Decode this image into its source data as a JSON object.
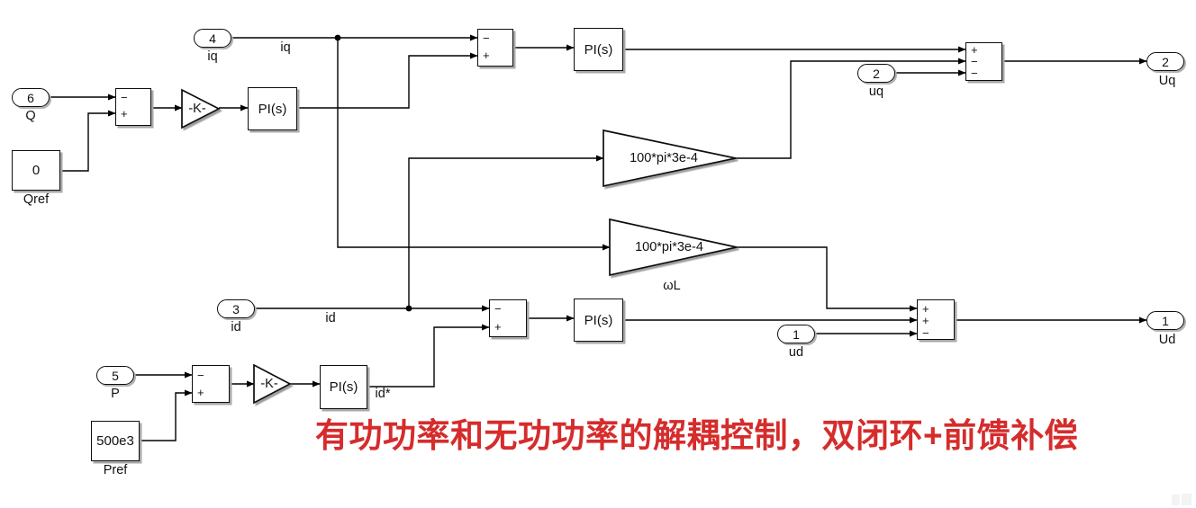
{
  "annotation": {
    "text": "有功功率和无功功率的解耦控制，双闭环+前馈补偿",
    "color": "#d52c2c"
  },
  "ports": {
    "in_iq": {
      "num": "4",
      "label": "iq"
    },
    "in_q": {
      "num": "6",
      "label": "Q"
    },
    "in_id": {
      "num": "3",
      "label": "id"
    },
    "in_p": {
      "num": "5",
      "label": "P"
    },
    "in_uq": {
      "num": "2",
      "label": "uq"
    },
    "in_ud": {
      "num": "1",
      "label": "ud"
    },
    "out_uq": {
      "num": "2",
      "label": "Uq"
    },
    "out_ud": {
      "num": "1",
      "label": "Ud"
    }
  },
  "constants": {
    "qref": {
      "value": "0",
      "label": "Qref"
    },
    "pref": {
      "value": "500e3",
      "label": "Pref"
    }
  },
  "gains": {
    "k": "-K-",
    "wl": "100*pi*3e-4",
    "wl_label": "ωL"
  },
  "pi": {
    "label": "PI(s)"
  },
  "sums": {
    "q_err": [
      "−",
      "+"
    ],
    "iq_err": [
      "−",
      "+"
    ],
    "id_err": [
      "−",
      "+"
    ],
    "p_err": [
      "−",
      "+"
    ],
    "uq_out": [
      "+",
      "−",
      "−"
    ],
    "ud_out": [
      "+",
      "+",
      "−"
    ]
  },
  "wire_labels": {
    "iq": "iq",
    "id": "id",
    "id_star": "id*"
  }
}
